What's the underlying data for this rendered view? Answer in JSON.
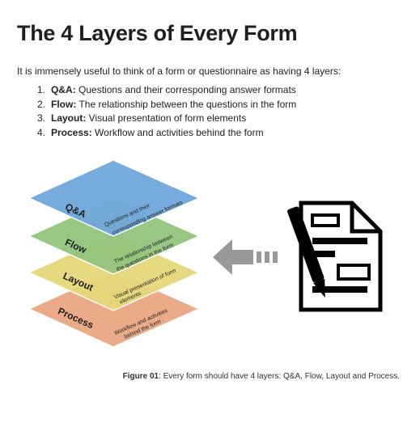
{
  "title": "The 4 Layers of Every Form",
  "intro": "It is immensely useful to think of a form or questionnaire as having 4 layers:",
  "layers": [
    {
      "number": "1.",
      "name": "Q&A:",
      "description": " Questions and their corresponding answer formats",
      "diagram_label": "Q&A",
      "diagram_desc_line1": "Questions and their",
      "diagram_desc_line2": "corresponding answer formats",
      "color": "#6fa8dc"
    },
    {
      "number": "2.",
      "name": "Flow:",
      "description": " The relationship between the questions in the form",
      "diagram_label": "Flow",
      "diagram_desc_line1": "The relationship between",
      "diagram_desc_line2": "the questions in the form",
      "color": "#93c47d"
    },
    {
      "number": "3.",
      "name": "Layout:",
      "description": " Visual presentation of form elements",
      "diagram_label": "Layout",
      "diagram_desc_line1": "Visual presentation of form",
      "diagram_desc_line2": "elements",
      "color": "#e6d87a"
    },
    {
      "number": "4.",
      "name": "Process:",
      "description": " Workflow and activities behind the form",
      "diagram_label": "Process",
      "diagram_desc_line1": "Workflow and activities",
      "diagram_desc_line2": "behind the form",
      "color": "#eaa783"
    }
  ],
  "figure": {
    "arrow_color": "#999999",
    "form_icon": "document-with-pen-icon",
    "arrow_icon": "left-arrow-icon"
  },
  "caption": {
    "label": "Figure 01",
    "text": ": Every form should have 4 layers: Q&A, Flow, Layout and Process."
  }
}
